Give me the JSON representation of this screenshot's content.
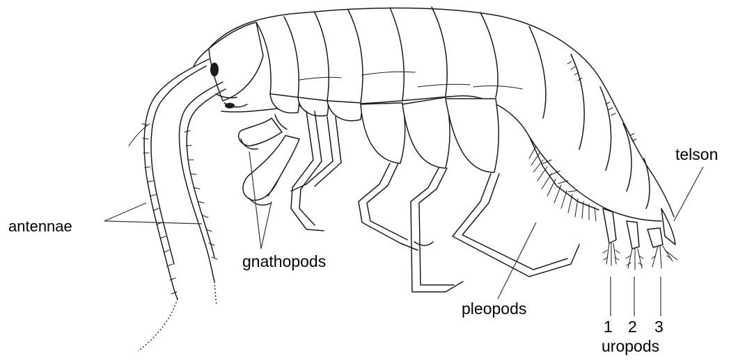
{
  "labels": {
    "antennae": "antennae",
    "gnathopods": "gnathopods",
    "pleopods": "pleopods",
    "telson": "telson",
    "uropod_1": "1",
    "uropod_2": "2",
    "uropod_3": "3",
    "uropods": "uropods"
  },
  "colors": {
    "ink": "#1a1a1a",
    "background": "#ffffff"
  }
}
